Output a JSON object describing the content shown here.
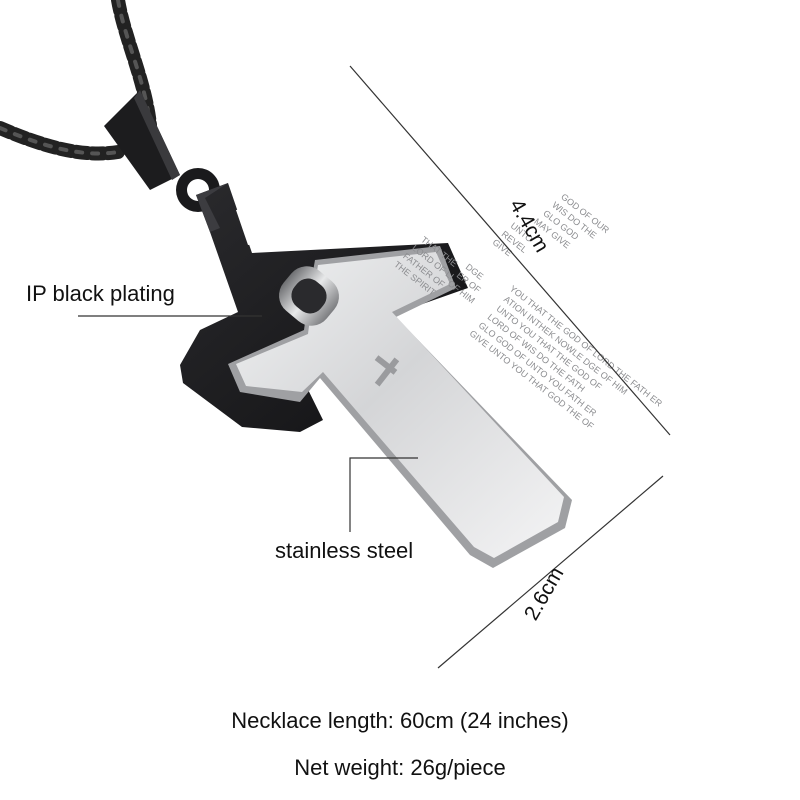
{
  "callouts": {
    "plating": "IP black plating",
    "material": "stainless steel"
  },
  "dimensions": {
    "height": "4.4cm",
    "width": "2.6cm"
  },
  "specs": {
    "necklace_length": "Necklace length: 60cm (24 inches)",
    "net_weight": "Net weight: 26g/piece"
  },
  "engraving": {
    "arm_left": [
      "THAT THE",
      "LORD OF LI",
      "FATHER OF",
      "THE SPIRIT"
    ],
    "arm_left_2": [
      "DGE",
      "ER OF",
      "OF HIM"
    ],
    "top": [
      "GOD OF OUR",
      "WIS DO THE",
      "GLO GOD",
      "MAY GIVE"
    ],
    "top_2": [
      "UNTO",
      "REVEL",
      "GIVE"
    ],
    "stem": [
      "YOU THAT THE GOD OF LORD THE FATH ER",
      "ATION INTHEK NOWLE DGE OF HIM",
      "UNTO YOU THAT THE GOD OF",
      "LORD OF WIS DO THE FATH",
      "GLO GOD OF UNTO YOU FATH ER",
      "GIVE UNTO YOU THAT GOD THE OF"
    ]
  },
  "colors": {
    "black_plating": "#1b1b1d",
    "steel": "#d9dadc",
    "engraving": "#8c8d90"
  }
}
